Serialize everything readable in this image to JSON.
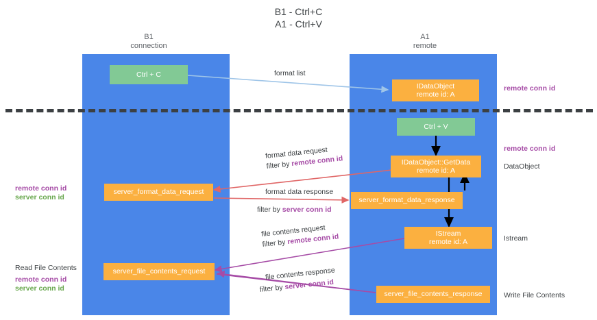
{
  "diagram": {
    "title_line1": "B1 - Ctrl+C",
    "title_line2": "A1 - Ctrl+V",
    "columns": [
      {
        "name": "B1",
        "sub": "connection"
      },
      {
        "name": "A1",
        "sub": "remote"
      }
    ],
    "colors": {
      "lane": "#4a86e8",
      "green_box": "#82c995",
      "orange_box": "#fbb040",
      "remote_conn_id": "#a64ca6",
      "server_conn_id": "#6aa84f",
      "arrow_format_list": "#9fc5e8",
      "arrow_getdata": "#000000",
      "arrow_format_data": "#e06666",
      "arrow_file_contents": "#a64ca6",
      "separator": "#3c4043"
    },
    "boxes": [
      {
        "id": "ctrl-c",
        "label": "Ctrl + C",
        "sub": "",
        "style": "green"
      },
      {
        "id": "idataobject",
        "label": "IDataObject",
        "sub": "remote id: A",
        "style": "orange"
      },
      {
        "id": "ctrl-v",
        "label": "Ctrl + V",
        "sub": "",
        "style": "green"
      },
      {
        "id": "idataobject-getdata",
        "label": "IDataObject::GetData",
        "sub": "remote id: A",
        "style": "orange"
      },
      {
        "id": "server-format-data-request",
        "label": "server_format_data_request",
        "sub": "",
        "style": "orange"
      },
      {
        "id": "server-format-data-response",
        "label": "server_format_data_response",
        "sub": "",
        "style": "orange"
      },
      {
        "id": "istream",
        "label": "IStream",
        "sub": "remote id: A",
        "style": "orange"
      },
      {
        "id": "server-file-contents-request",
        "label": "server_file_contents_request",
        "sub": "",
        "style": "orange"
      },
      {
        "id": "server-file-contents-response",
        "label": "server_file_contents_response",
        "sub": "",
        "style": "orange"
      }
    ],
    "annotations": {
      "format_list": "format list",
      "format_data_request": "format data request",
      "format_data_request_filter_prefix": "filter by ",
      "format_data_request_filter_key": "remote conn id",
      "format_data_response": "format data response",
      "format_data_response_filter_prefix": "filter by ",
      "format_data_response_filter_key": "server conn id",
      "file_contents_request": "file contents request",
      "file_contents_request_filter_prefix": "filter by ",
      "file_contents_request_filter_key": "remote conn id",
      "file_contents_response": "file contents response",
      "file_contents_response_filter_prefix": "filter by ",
      "file_contents_response_filter_key": "server conn id"
    },
    "right_labels": {
      "remote_conn_id_top": "remote conn id",
      "remote_conn_id_mid": "remote conn id",
      "data_object": "DataObject",
      "istream": "Istream",
      "write_file_contents": "Write File Contents"
    },
    "left_labels": {
      "remote_conn_id": "remote conn id",
      "server_conn_id": "server conn id",
      "read_file_contents": "Read File Contents",
      "remote_conn_id_2": "remote conn id",
      "server_conn_id_2": "server conn id"
    }
  }
}
